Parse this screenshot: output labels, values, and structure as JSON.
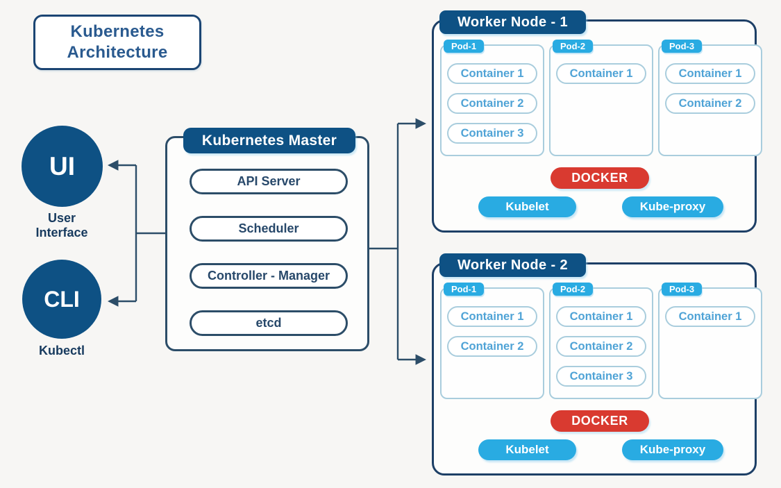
{
  "title": {
    "text": "Kubernetes Architecture"
  },
  "colors": {
    "navy": "#0e5184",
    "line": "#2c4d68",
    "cyan": "#29abe2",
    "red": "#d93a30",
    "ctext": "#4fa3d6",
    "lborder": "#a9cddd",
    "bg": "#f7f6f4"
  },
  "clients": [
    {
      "abbr": "UI",
      "label": "User Interface"
    },
    {
      "abbr": "CLI",
      "label": "Kubectl"
    }
  ],
  "master": {
    "title": "Kubernetes Master",
    "components": [
      "API Server",
      "Scheduler",
      "Controller - Manager",
      "etcd"
    ]
  },
  "workers": [
    {
      "title": "Worker Node - 1",
      "pods": [
        {
          "name": "Pod-1",
          "containers": [
            "Container 1",
            "Container 2",
            "Container 3"
          ]
        },
        {
          "name": "Pod-2",
          "containers": [
            "Container 1"
          ]
        },
        {
          "name": "Pod-3",
          "containers": [
            "Container 1",
            "Container 2"
          ]
        }
      ],
      "runtime": "DOCKER",
      "agents": [
        "Kubelet",
        "Kube-proxy"
      ]
    },
    {
      "title": "Worker Node - 2",
      "pods": [
        {
          "name": "Pod-1",
          "containers": [
            "Container 1",
            "Container 2"
          ]
        },
        {
          "name": "Pod-2",
          "containers": [
            "Container 1",
            "Container 2",
            "Container 3"
          ]
        },
        {
          "name": "Pod-3",
          "containers": [
            "Container 1"
          ]
        }
      ],
      "runtime": "DOCKER",
      "agents": [
        "Kubelet",
        "Kube-proxy"
      ]
    }
  ]
}
